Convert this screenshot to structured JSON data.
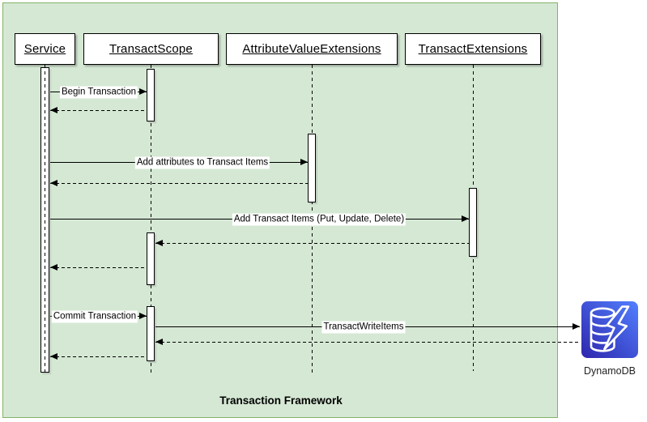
{
  "diagram": {
    "title": "Transaction Framework",
    "colors": {
      "frame_bg": "#d5e8d4",
      "frame_border": "#82b366",
      "icon_gradient_start": "#2E27AD",
      "icon_gradient_end": "#527FFF"
    },
    "participants": [
      {
        "name": "Service"
      },
      {
        "name": "TransactScope"
      },
      {
        "name": "AttributeValueExtensions"
      },
      {
        "name": "TransactExtensions"
      }
    ],
    "external_node": {
      "label": "DynamoDB",
      "icon": "dynamodb-icon"
    },
    "messages": [
      {
        "label": "Begin Transaction",
        "type": "call",
        "from": "Service",
        "to": "TransactScope"
      },
      {
        "label": "",
        "type": "return",
        "from": "TransactScope",
        "to": "Service"
      },
      {
        "label": "Add attributes to Transact Items",
        "type": "call",
        "from": "Service",
        "to": "AttributeValueExtensions"
      },
      {
        "label": "",
        "type": "return",
        "from": "AttributeValueExtensions",
        "to": "Service"
      },
      {
        "label": "Add Transact Items (Put, Update, Delete)",
        "type": "call",
        "from": "Service",
        "to": "TransactExtensions"
      },
      {
        "label": "",
        "type": "return",
        "from": "TransactExtensions",
        "to": "TransactScope"
      },
      {
        "label": "",
        "type": "return",
        "from": "TransactScope",
        "to": "Service"
      },
      {
        "label": "Commit Transaction",
        "type": "call",
        "from": "Service",
        "to": "TransactScope"
      },
      {
        "label": "TransactWriteItems",
        "type": "call",
        "from": "TransactScope",
        "to": "DynamoDB"
      },
      {
        "label": "",
        "type": "return",
        "from": "DynamoDB",
        "to": "TransactScope"
      },
      {
        "label": "",
        "type": "return",
        "from": "TransactScope",
        "to": "Service"
      }
    ]
  }
}
